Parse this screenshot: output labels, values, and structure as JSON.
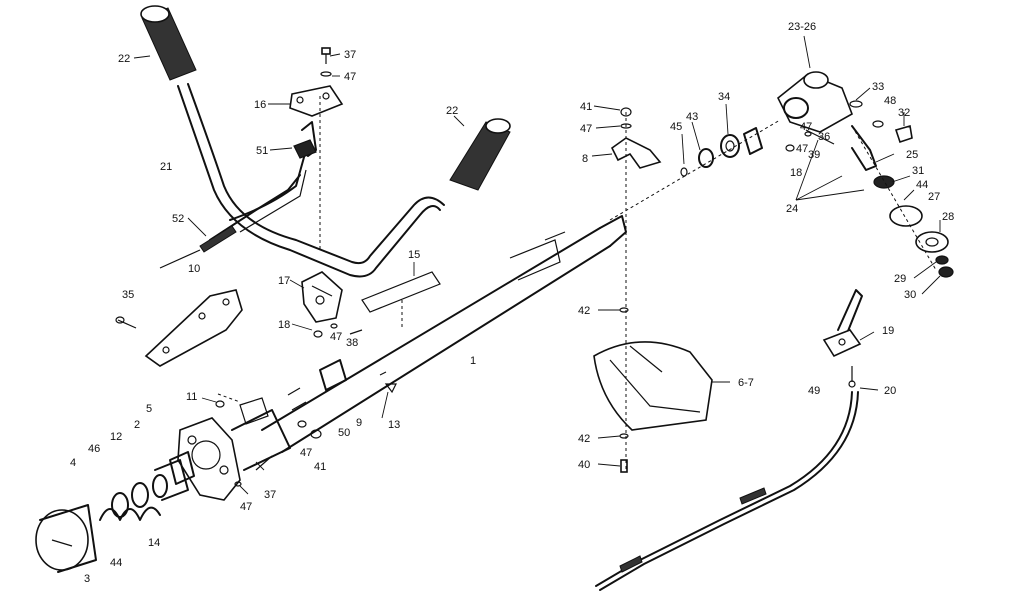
{
  "callouts": [
    {
      "text": "22"
    },
    {
      "text": "37"
    },
    {
      "text": "47"
    },
    {
      "text": "16"
    },
    {
      "text": "51"
    },
    {
      "text": "21"
    },
    {
      "text": "52"
    },
    {
      "text": "10"
    },
    {
      "text": "22"
    },
    {
      "text": "17"
    },
    {
      "text": "15"
    },
    {
      "text": "35"
    },
    {
      "text": "18"
    },
    {
      "text": "47"
    },
    {
      "text": "38"
    },
    {
      "text": "1"
    },
    {
      "text": "11"
    },
    {
      "text": "5"
    },
    {
      "text": "2"
    },
    {
      "text": "12"
    },
    {
      "text": "46"
    },
    {
      "text": "4"
    },
    {
      "text": "9"
    },
    {
      "text": "50"
    },
    {
      "text": "13"
    },
    {
      "text": "47"
    },
    {
      "text": "41"
    },
    {
      "text": "37"
    },
    {
      "text": "47"
    },
    {
      "text": "14"
    },
    {
      "text": "44"
    },
    {
      "text": "3"
    },
    {
      "text": "41"
    },
    {
      "text": "47"
    },
    {
      "text": "8"
    },
    {
      "text": "45"
    },
    {
      "text": "43"
    },
    {
      "text": "34"
    },
    {
      "text": "23-26"
    },
    {
      "text": "33"
    },
    {
      "text": "48"
    },
    {
      "text": "32"
    },
    {
      "text": "47"
    },
    {
      "text": "36"
    },
    {
      "text": "47"
    },
    {
      "text": "39"
    },
    {
      "text": "18"
    },
    {
      "text": "25"
    },
    {
      "text": "24"
    },
    {
      "text": "31"
    },
    {
      "text": "44"
    },
    {
      "text": "27"
    },
    {
      "text": "28"
    },
    {
      "text": "29"
    },
    {
      "text": "30"
    },
    {
      "text": "42"
    },
    {
      "text": "6-7"
    },
    {
      "text": "42"
    },
    {
      "text": "40"
    },
    {
      "text": "19"
    },
    {
      "text": "49"
    },
    {
      "text": "20"
    }
  ]
}
